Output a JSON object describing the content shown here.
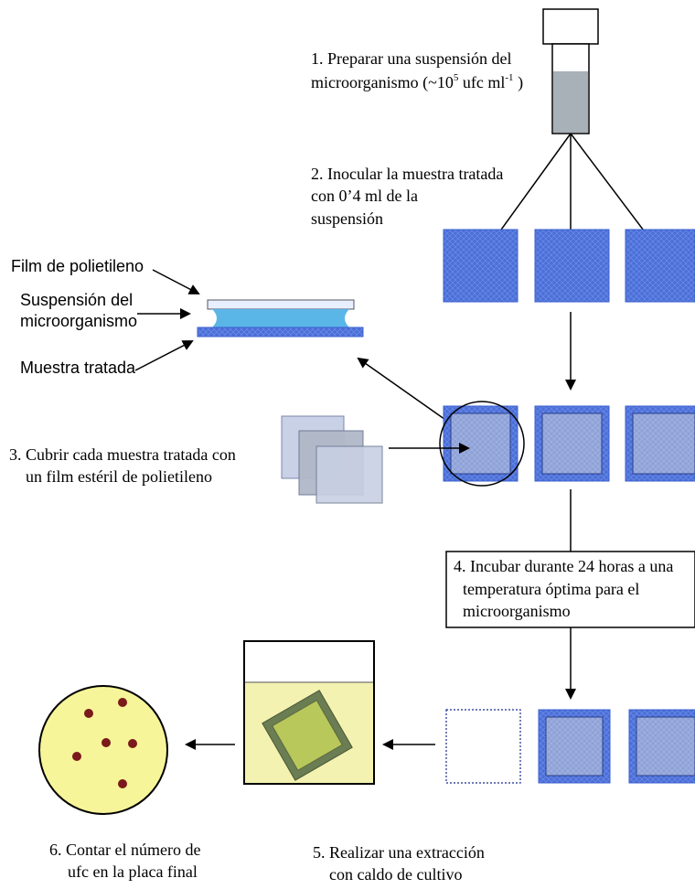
{
  "steps": {
    "step1": {
      "line1": "1. Preparar una suspensión del",
      "line2_prefix": "microorganismo (~10",
      "line2_exp": "5",
      "line2_mid": " ufc ml",
      "line2_exp2": "-1",
      "line2_suffix": " )"
    },
    "step2": {
      "lines": [
        "2. Inocular la muestra tratada",
        "con 0’4 ml de la",
        "suspensión"
      ]
    },
    "step3": {
      "lines": [
        "3. Cubrir cada muestra tratada con",
        "un film estéril de polietileno"
      ]
    },
    "step4": {
      "lines": [
        "4. Incubar durante 24 horas a una",
        "temperatura óptima para el",
        "microorganismo"
      ]
    },
    "step5": {
      "lines": [
        "5. Realizar una extracción",
        "con caldo de cultivo"
      ]
    },
    "step6": {
      "lines": [
        "6. Contar el número de",
        "ufc en la placa final"
      ]
    }
  },
  "layers": {
    "film": "Film de polietileno",
    "suspension": [
      "Suspensión del",
      "microorganismo"
    ],
    "sample": "Muestra tratada"
  },
  "colors": {
    "sample_blue": "#3a5fd0",
    "sample_inner": "#8a9fd6",
    "suspension_fill": "#5bb6e8",
    "broth": "#f4f2b0",
    "colony": "#7a1a1a",
    "tube_liquid": "#a8b0b8"
  }
}
